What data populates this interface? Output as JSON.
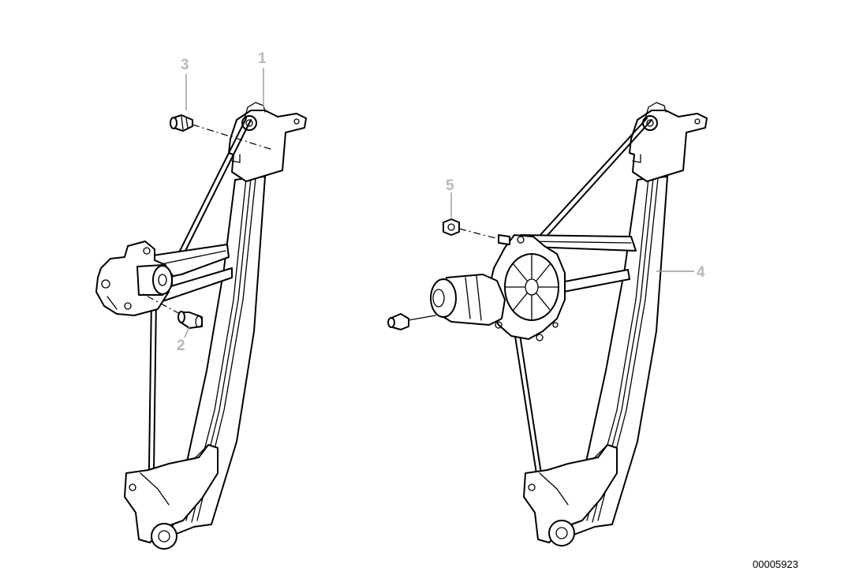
{
  "callouts": [
    {
      "id": "1",
      "label": "1"
    },
    {
      "id": "2",
      "label": "2"
    },
    {
      "id": "3",
      "label": "3"
    },
    {
      "id": "4",
      "label": "4"
    },
    {
      "id": "5",
      "label": "5"
    }
  ],
  "reference_number": "00005923",
  "colors": {
    "line": "#000000",
    "callout": "#b9b9b9",
    "background": "#ffffff"
  }
}
